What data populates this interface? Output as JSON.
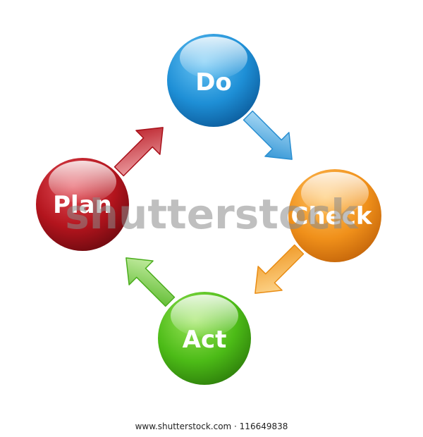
{
  "diagram": {
    "stages": [
      {
        "key": "do",
        "label": "Do",
        "color": "#1e8fd6",
        "highlight": "#8fd3f7"
      },
      {
        "key": "check",
        "label": "Check",
        "color": "#f0901a",
        "highlight": "#ffd58a"
      },
      {
        "key": "act",
        "label": "Act",
        "color": "#4cbb17",
        "highlight": "#b8f07a"
      },
      {
        "key": "plan",
        "label": "Plan",
        "color": "#b3141d",
        "highlight": "#f07a80"
      }
    ],
    "arrows": [
      {
        "key": "do-to-check",
        "from": "Do",
        "to": "Check",
        "color": "#3aa3e3"
      },
      {
        "key": "check-to-act",
        "from": "Check",
        "to": "Act",
        "color": "#f2a42a"
      },
      {
        "key": "act-to-plan",
        "from": "Act",
        "to": "Plan",
        "color": "#5fbf2e"
      },
      {
        "key": "plan-to-do",
        "from": "Plan",
        "to": "Do",
        "color": "#c9202b"
      }
    ]
  },
  "watermark": "shutterstock",
  "credit": "www.shutterstock.com · 116649838"
}
